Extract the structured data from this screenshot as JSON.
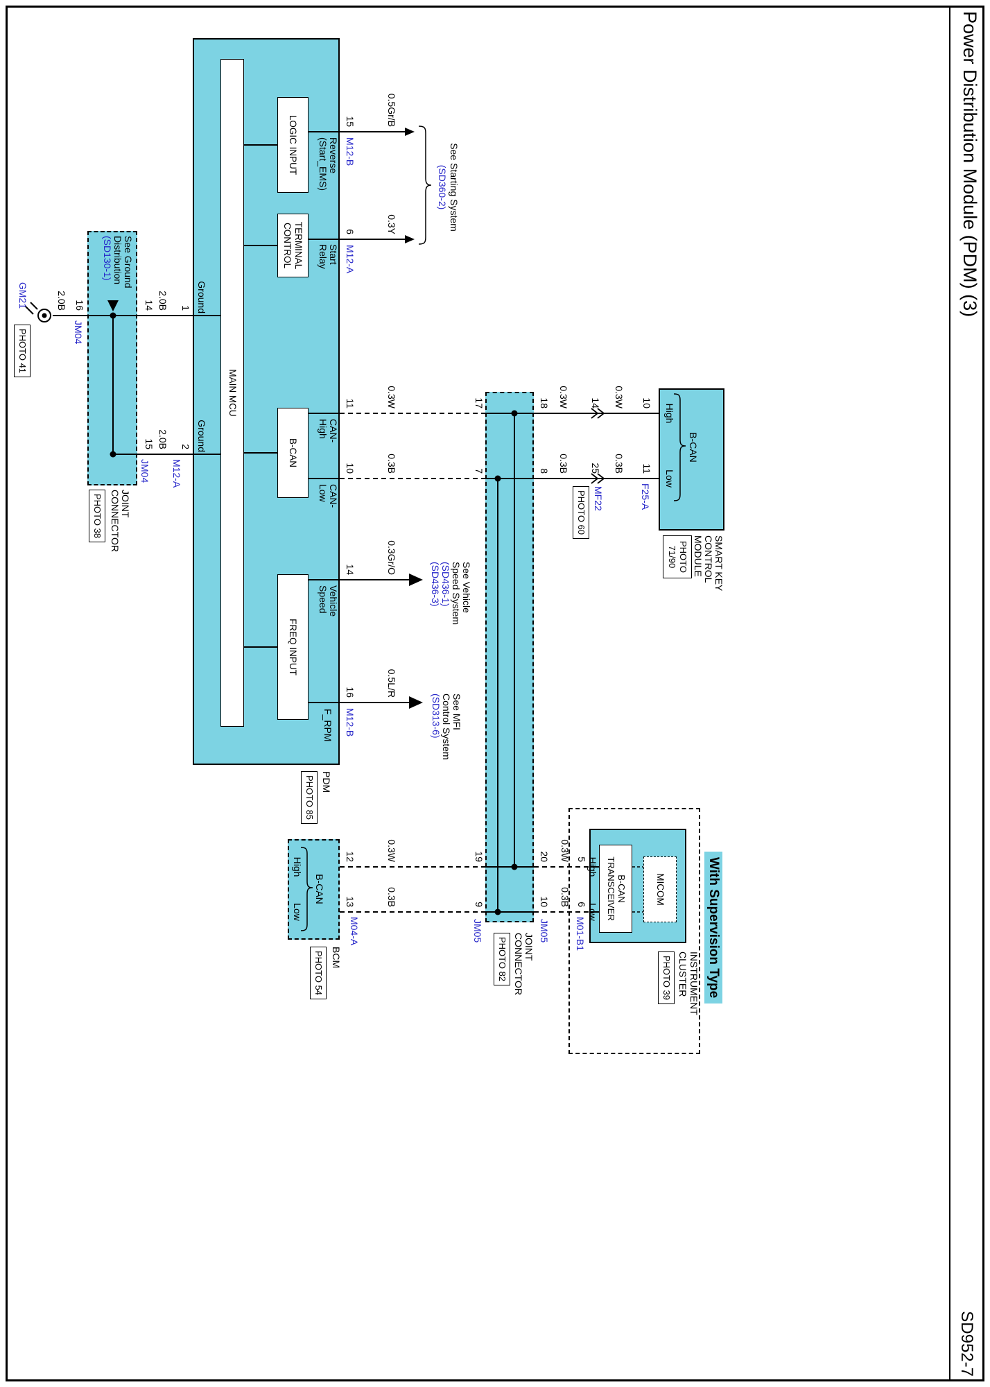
{
  "page": {
    "title": "Power Distribution Module (PDM) (3)",
    "code": "SD952-7"
  },
  "colors": {
    "cyan": "#7DD3E3",
    "blue": "#2626C9"
  },
  "mcu": {
    "name": "MAIN MCU",
    "module": {
      "name": "PDM",
      "photo": "PHOTO 85"
    },
    "blocks": {
      "logic": "LOGIC INPUT",
      "terminal_l1": "TERMINAL",
      "terminal_l2": "CONTROL",
      "bcan": "B-CAN",
      "freq": "FREQ INPUT"
    },
    "signals": {
      "reverse_l1": "Reverse",
      "reverse_l2": "(Start_EMS)",
      "start_l1": "Start",
      "start_l2": "Relay",
      "can_high_l1": "CAN-",
      "can_high_l2": "High",
      "can_low_l1": "CAN-",
      "can_low_l2": "Low",
      "vehicle_l1": "Vehicle",
      "vehicle_l2": "Speed",
      "frpm": "F_RPM",
      "ground": "Ground"
    },
    "pins": {
      "reverse": "15",
      "start": "6",
      "can_high": "11",
      "can_low": "10",
      "vehicle": "14",
      "frpm": "16",
      "ground1": "1",
      "ground2": "2"
    },
    "connectors": {
      "m12b": "M12-B",
      "m12a": "M12-A"
    }
  },
  "wire_labels": {
    "grb05": "0.5Gr/B",
    "y03": "0.3Y",
    "b20": "2.0B",
    "w03": "0.3W",
    "b03": "0.3B",
    "gro03": "0.3Gr/O",
    "lr05": "0.5L/R"
  },
  "callouts": {
    "starting": {
      "see": "See Starting System",
      "ref": "(SD360-2)"
    },
    "ground": {
      "see_l1": "See Ground",
      "see_l2": "Distribution",
      "ref": "(SD130-1)"
    },
    "vehicle": {
      "see_l1": "See Vehicle",
      "see_l2": "Speed System",
      "ref1": "(SD436-1)",
      "ref2": "(SD436-3)"
    },
    "mfi": {
      "see_l1": "See MFI",
      "see_l2": "Control System",
      "ref": "(SD313-6)"
    }
  },
  "jm04": {
    "name": "JM04",
    "pin_14": "14",
    "pin_15": "15",
    "pin_16": "16",
    "label_l1": "JOINT",
    "label_l2": "CONNECTOR",
    "photo": "PHOTO 38"
  },
  "gm21": {
    "name": "GM21",
    "photo": "PHOTO 41"
  },
  "jm05": {
    "name": "JM05",
    "p17": "17",
    "p7": "7",
    "p18": "18",
    "p8": "8",
    "p19": "19",
    "p9": "9",
    "p20": "20",
    "p10": "10",
    "label_l1": "JOINT",
    "label_l2": "CONNECTOR",
    "photo": "PHOTO 82"
  },
  "mf22": {
    "name": "MF22",
    "pin_high": "14",
    "pin_low": "25",
    "photo": "PHOTO 60"
  },
  "smart_key": {
    "conn": "F25-A",
    "pin_high": "10",
    "pin_low": "11",
    "high": "High",
    "low": "Low",
    "bus": "B-CAN",
    "name_l1": "SMART KEY",
    "name_l2": "CONTROL",
    "name_l3": "MODULE",
    "photo_l1": "PHOTO",
    "photo_l2": "71/90"
  },
  "bcm": {
    "conn": "M04-A",
    "pin_high": "12",
    "pin_low": "13",
    "high": "High",
    "low": "Low",
    "bus": "B-CAN",
    "name": "BCM",
    "photo": "PHOTO 54"
  },
  "cluster": {
    "conn": "M01-B1",
    "pin_high": "5",
    "pin_low": "6",
    "high": "High",
    "low": "Low",
    "trans_l1": "B-CAN",
    "trans_l2": "TRANSCEIVER",
    "micom": "MICOM",
    "name_l1": "INSTRUMENT",
    "name_l2": "CLUSTER",
    "photo": "PHOTO 39",
    "variant": "With Supervision Type"
  }
}
